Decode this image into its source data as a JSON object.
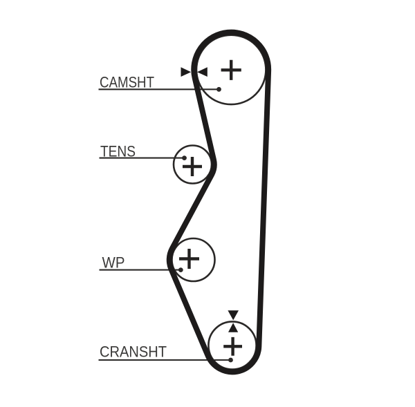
{
  "diagram": {
    "kind": "timing-belt-routing-diagram",
    "background_color": "#ffffff",
    "belt_color": "#1d1b1b",
    "outline_color": "#2a2827",
    "text_color": "#3a3938",
    "labels": {
      "camshaft": "CAMSHT",
      "tensioner": "TENS",
      "water_pump": "WP",
      "crankshaft": "CRANSHT"
    },
    "pulleys": [
      {
        "name": "camshaft",
        "label": "CAMSHT"
      },
      {
        "name": "tensioner",
        "label": "TENS"
      },
      {
        "name": "water_pump",
        "label": "WP"
      },
      {
        "name": "crankshaft",
        "label": "CRANSHT"
      }
    ],
    "icons": {
      "pulley_center_mark": "plus-icon",
      "leader_line_end": "dot-icon",
      "camshaft_alignment_marks": [
        "arrow-right-icon",
        "arrow-left-icon"
      ],
      "crankshaft_alignment_marks": [
        "arrow-down-icon",
        "arrow-up-icon"
      ]
    }
  }
}
